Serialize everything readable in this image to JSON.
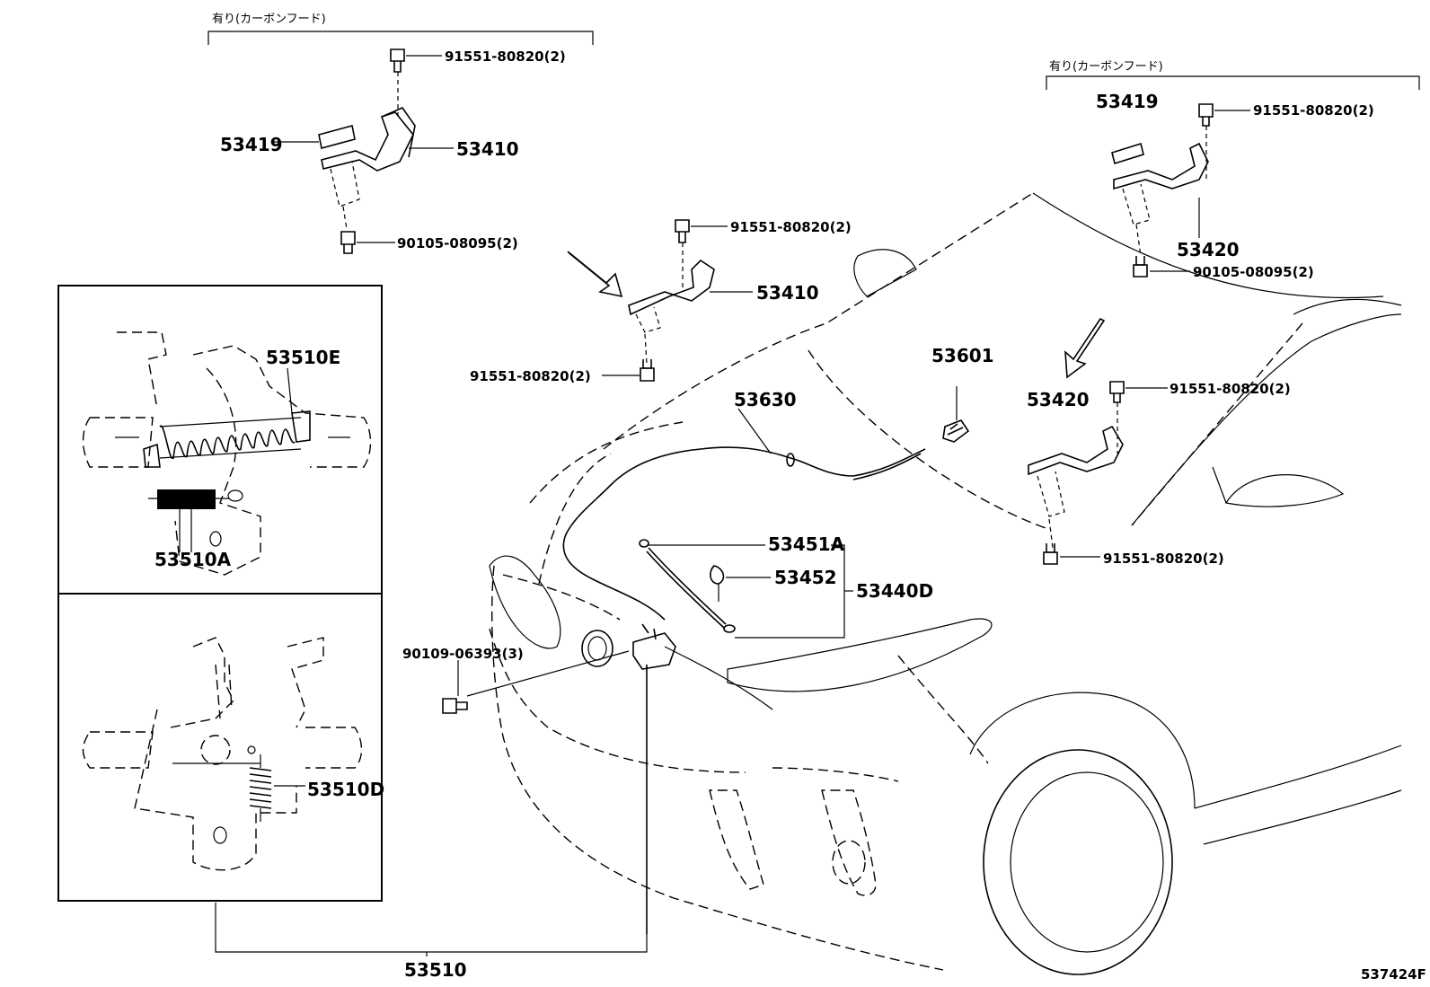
{
  "diagram_id": "537424F",
  "callouts": {
    "carbon_hood_left": "有り(カーボンフード)",
    "carbon_hood_right": "有り(カーボンフード)"
  },
  "parts": {
    "p53419_l": "53419",
    "p53410_top": "53410",
    "bolt_top_l": "91551-80820(2)",
    "bolt_bot_l": "90105-08095(2)",
    "p53410_mid": "53410",
    "bolt_mid_top": "91551-80820(2)",
    "bolt_mid_bot": "91551-80820(2)",
    "p53419_r": "53419",
    "bolt_top_r": "91551-80820(2)",
    "p53420_top": "53420",
    "bolt_bot_r": "90105-08095(2)",
    "p53420_mid": "53420",
    "bolt_mid_r_top": "91551-80820(2)",
    "bolt_mid_r_bot": "91551-80820(2)",
    "p53601": "53601",
    "p53630": "53630",
    "p53451A": "53451A",
    "p53452": "53452",
    "p53440D": "53440D",
    "bolt_lock": "90109-06393(3)",
    "p53510E": "53510E",
    "p53510A": "53510A",
    "p53510D": "53510D",
    "p53510": "53510"
  }
}
